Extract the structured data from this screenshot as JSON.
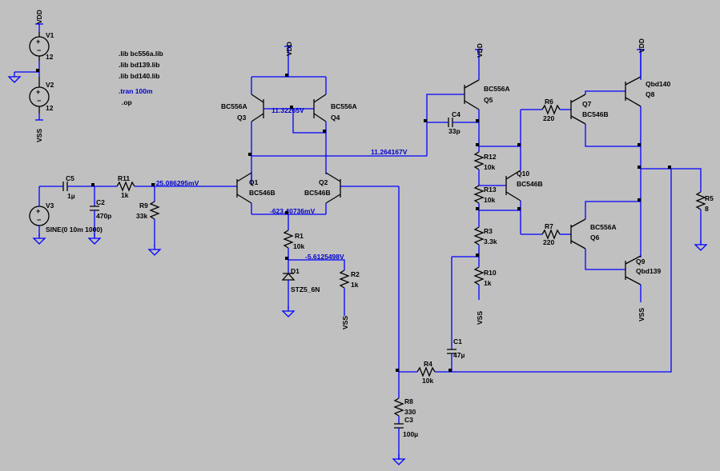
{
  "directives": {
    "lib1": ".lib bc556a.lib",
    "lib2": ".lib bd139.lib",
    "lib3": ".lib bd140.lib",
    "tran": ".tran 100m",
    "op": ".op"
  },
  "power": {
    "vdd": "VDD",
    "vss": "VSS"
  },
  "components": {
    "V1": {
      "name": "V1",
      "value": "12"
    },
    "V2": {
      "name": "V2",
      "value": "12"
    },
    "V3": {
      "name": "V3",
      "value": "SINE(0 10m 1000)"
    },
    "C5": {
      "name": "C5",
      "value": "1µ"
    },
    "C2": {
      "name": "C2",
      "value": "470p"
    },
    "R11": {
      "name": "R11",
      "value": "1k"
    },
    "R9": {
      "name": "R9",
      "value": "33k"
    },
    "Q1": {
      "name": "Q1",
      "value": "BC546B"
    },
    "Q2": {
      "name": "Q2",
      "value": "BC546B"
    },
    "Q3": {
      "name": "Q3",
      "value": "BC556A"
    },
    "Q4": {
      "name": "Q4",
      "value": "BC556A"
    },
    "R1": {
      "name": "R1",
      "value": "10k"
    },
    "D1": {
      "name": "D1",
      "value": "STZ5_6N"
    },
    "R2": {
      "name": "R2",
      "value": "1k"
    },
    "Q5": {
      "name": "Q5",
      "value": "BC556A"
    },
    "C4": {
      "name": "C4",
      "value": "33p"
    },
    "R12": {
      "name": "R12",
      "value": "10k"
    },
    "R13": {
      "name": "R13",
      "value": "10k"
    },
    "Q10": {
      "name": "Q10",
      "value": "BC546B"
    },
    "R3": {
      "name": "R3",
      "value": "3.3k"
    },
    "R10": {
      "name": "R10",
      "value": "1k"
    },
    "R6": {
      "name": "R6",
      "value": "220"
    },
    "R7": {
      "name": "R7",
      "value": "220"
    },
    "Q7": {
      "name": "Q7",
      "value": "BC546B"
    },
    "Q6": {
      "name": "Q6",
      "value": "BC556A"
    },
    "Q8": {
      "name": "Q8",
      "value": "Qbd140"
    },
    "Q9": {
      "name": "Q9",
      "value": "Qbd139"
    },
    "R5": {
      "name": "R5",
      "value": "8"
    },
    "C1": {
      "name": "C1",
      "value": "47µ"
    },
    "R4": {
      "name": "R4",
      "value": "10k"
    },
    "R8": {
      "name": "R8",
      "value": "330"
    },
    "C3": {
      "name": "C3",
      "value": "100µ"
    }
  },
  "node_voltages": {
    "mirror": "11.32265V",
    "vas": "11.264167V",
    "q1_base": "-25.086295mV",
    "tail": "-623.40736mV",
    "zener": "-5.6125498V"
  }
}
